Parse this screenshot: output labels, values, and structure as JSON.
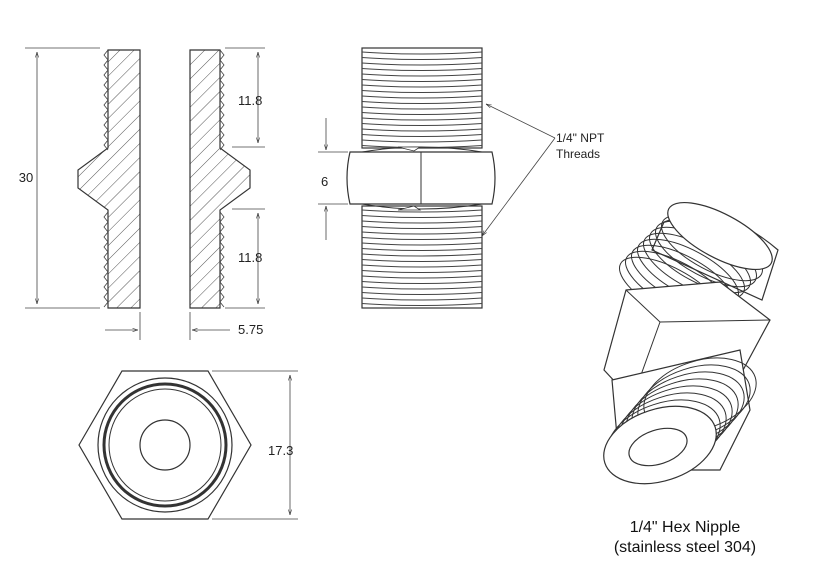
{
  "dimensions": {
    "overall_length": "30",
    "thread_length_top": "11.8",
    "thread_length_bottom": "11.8",
    "bore": "5.75",
    "hex_height": "6",
    "hex_across_flats": "17.3"
  },
  "callout": {
    "line1": "1/4\" NPT",
    "line2": "Threads"
  },
  "caption": {
    "line1": "1/4\" Hex Nipple",
    "line2": "(stainless steel 304)"
  }
}
